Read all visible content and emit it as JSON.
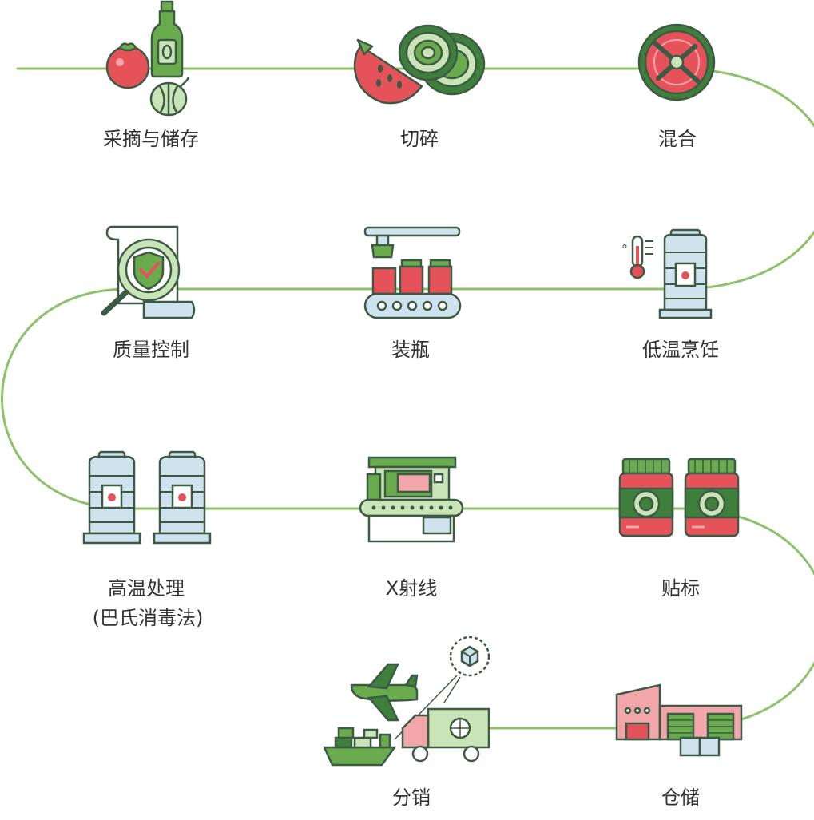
{
  "colors": {
    "line": "#8cc26a",
    "outline": "#3d5a44",
    "green": "#6aab4e",
    "dark_green": "#3f7f3c",
    "light_green": "#c9e4b6",
    "red": "#e6525a",
    "pink": "#f3a6aa",
    "light_blue": "#cfe3ee",
    "label": "#333333"
  },
  "steps": [
    {
      "id": "harvest",
      "label": "采摘与储存"
    },
    {
      "id": "chop",
      "label": "切碎"
    },
    {
      "id": "mix",
      "label": "混合"
    },
    {
      "id": "cook",
      "label": "低温烹饪"
    },
    {
      "id": "bottling",
      "label": "装瓶"
    },
    {
      "id": "quality",
      "label": "质量控制"
    },
    {
      "id": "pasteurize",
      "label": "高温处理",
      "sub_label": "(巴氏消毒法)"
    },
    {
      "id": "xray",
      "label": "X射线"
    },
    {
      "id": "labeling",
      "label": "贴标"
    },
    {
      "id": "warehouse",
      "label": "仓储"
    },
    {
      "id": "distribute",
      "label": "分销"
    }
  ]
}
